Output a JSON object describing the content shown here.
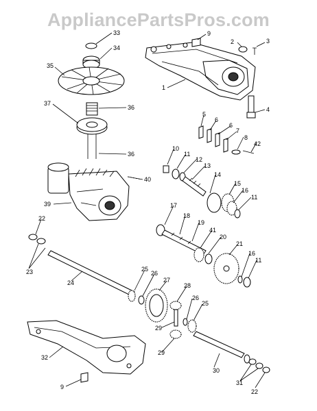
{
  "watermark": "AppliancePartsPros.com",
  "labels": [
    "33",
    "34",
    "9",
    "2",
    "3",
    "35",
    "1",
    "37",
    "36",
    "4",
    "36",
    "5",
    "6",
    "6",
    "7",
    "8",
    "42",
    "10",
    "11",
    "12",
    "13",
    "14",
    "15",
    "16",
    "11",
    "40",
    "39",
    "17",
    "18",
    "19",
    "41",
    "20",
    "21",
    "16",
    "11",
    "22",
    "23",
    "24",
    "25",
    "26",
    "27",
    "28",
    "26",
    "25",
    "29",
    "29",
    "32",
    "30",
    "9",
    "31",
    "22"
  ]
}
